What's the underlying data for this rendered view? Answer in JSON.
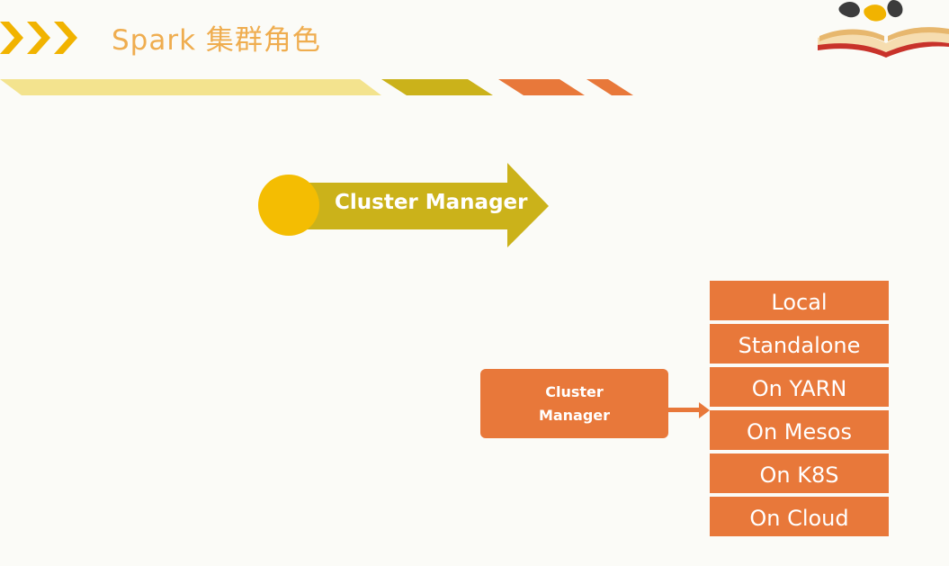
{
  "header": {
    "title": "Spark 集群角色"
  },
  "arrow": {
    "label": "Cluster Manager"
  },
  "cluster_box": {
    "line1": "Cluster",
    "line2": "Manager"
  },
  "modes": [
    "Local",
    "Standalone",
    "On YARN",
    "On Mesos",
    "On K8S",
    "On Cloud"
  ],
  "colors": {
    "title": "#efad4f",
    "chevron": "#f1b300",
    "stripe_light": "#f3e38e",
    "stripe_olive": "#cbb21a",
    "stripe_orange": "#e8783a",
    "arrow_circle": "#f4bd02",
    "arrow_body": "#cbb21a",
    "box": "#e8783a"
  }
}
